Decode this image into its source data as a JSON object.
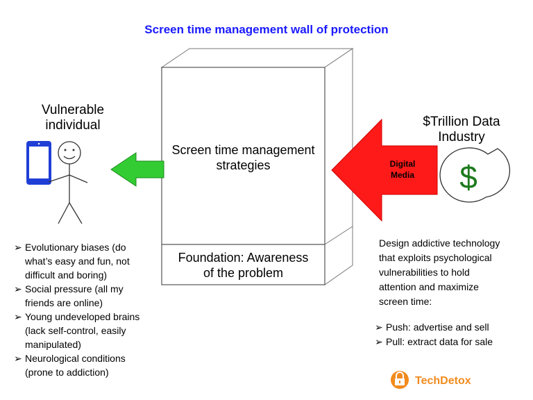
{
  "title": "Screen time management wall of protection",
  "left_actor": {
    "label_line1": "Vulnerable",
    "label_line2": "individual"
  },
  "right_actor": {
    "label_line1": "$Trillion Data",
    "label_line2": "Industry",
    "symbol": "$"
  },
  "wall": {
    "main_line1": "Screen time management",
    "main_line2": "strategies",
    "foundation_line1": "Foundation: Awareness",
    "foundation_line2": "of the problem"
  },
  "red_arrow": {
    "line1": "Digital",
    "line2": "Media"
  },
  "left_bullets": [
    {
      "line1": "Evolutionary biases (do",
      "line2": "what’s easy and fun, not",
      "line3": "difficult and boring)"
    },
    {
      "line1": "Social pressure (all my",
      "line2": "friends are online)"
    },
    {
      "line1": "Young undeveloped brains",
      "line2": "(lack self-control, easily",
      "line3": "manipulated)"
    },
    {
      "line1": "Neurological conditions",
      "line2": "(prone to addiction)"
    }
  ],
  "right_description": {
    "line1": "Design addictive technology",
    "line2": "that exploits psychological",
    "line3": "vulnerabilities to hold",
    "line4": "attention and maximize",
    "line5": "screen time:"
  },
  "right_bullets": [
    "Push: advertise and sell",
    "Pull: extract data for sale"
  ],
  "bullet_marker": "➢",
  "brand": "TechDetox",
  "colors": {
    "title": "#1a1aff",
    "green_arrow": "#33cc33",
    "red_arrow": "#ff1a1a",
    "phone": "#1f3fd6",
    "dollar": "#1e7a1e",
    "brand": "#f28b1e"
  }
}
